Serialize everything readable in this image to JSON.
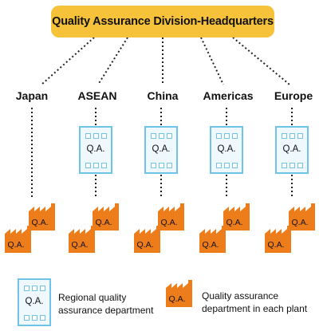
{
  "headquarters": {
    "title": "Quality Assurance Division-Headquarters"
  },
  "regions": [
    {
      "name": "Japan"
    },
    {
      "name": "ASEAN",
      "regional_qa_label": "Q.A."
    },
    {
      "name": "China",
      "regional_qa_label": "Q.A."
    },
    {
      "name": "Americas",
      "regional_qa_label": "Q.A."
    },
    {
      "name": "Europe",
      "regional_qa_label": "Q.A."
    }
  ],
  "plant_label": "Q.A.",
  "legend": {
    "regional": {
      "icon_label": "Q.A.",
      "line1": "Regional quality",
      "line2": "assurance department"
    },
    "plant": {
      "icon_label": "Q.A.",
      "line1": "Quality assurance",
      "line2": "department in each plant"
    }
  },
  "colors": {
    "hq_fill": "#f6c23a",
    "regional_outline": "#6fc3e6",
    "regional_fill": "#eef8fd",
    "plant_fill": "#ed7d1a",
    "connector": "#222222"
  },
  "icons": {
    "regional": "office-building-icon",
    "plant": "factory-icon"
  }
}
